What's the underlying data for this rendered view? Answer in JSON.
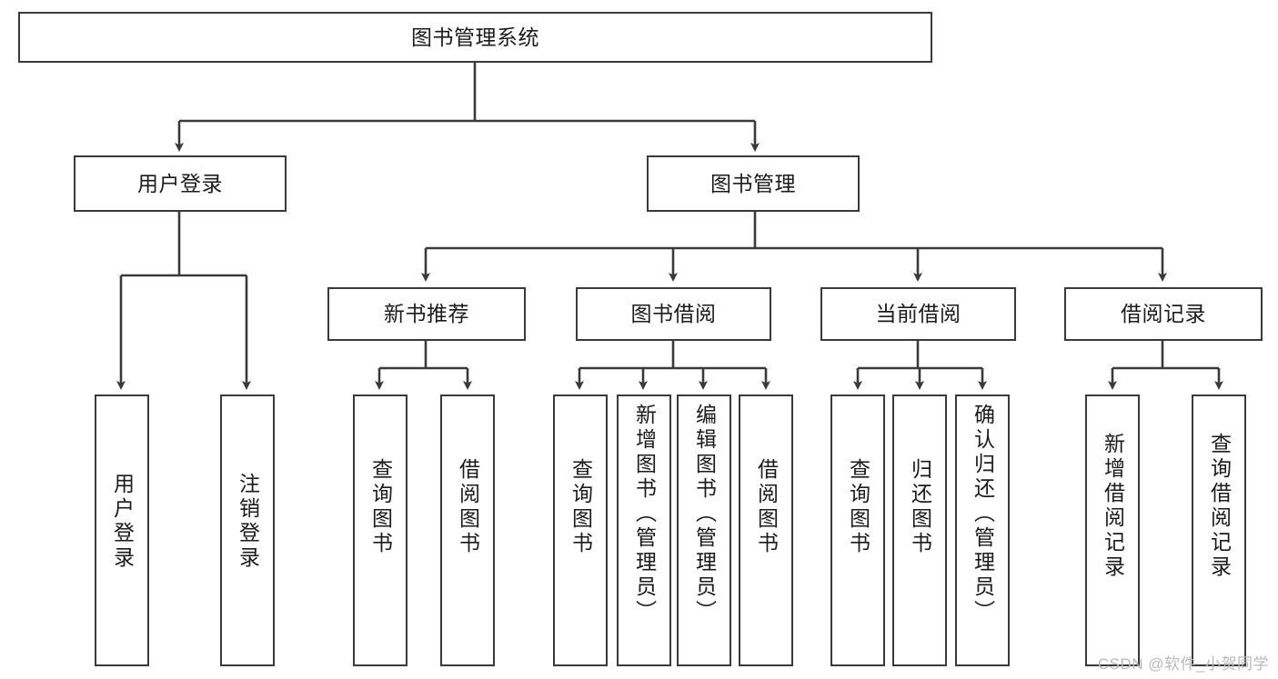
{
  "diagram": {
    "title": "图书管理系统",
    "type": "tree",
    "watermark": "CSDN @软件_小贺同学",
    "colors": {
      "border": "#3a3a3a",
      "fill": "#ffffff",
      "text": "#1b1b1b",
      "edge": "#3a3a3a",
      "watermark": "#b9b9b9"
    },
    "root": {
      "label": "图书管理系统"
    },
    "level1": [
      {
        "label": "用户登录"
      },
      {
        "label": "图书管理"
      }
    ],
    "level2": [
      {
        "label": "新书推荐"
      },
      {
        "label": "图书借阅"
      },
      {
        "label": "当前借阅"
      },
      {
        "label": "借阅记录"
      }
    ],
    "leaves": [
      {
        "label": "用户登录"
      },
      {
        "label": "注销登录"
      },
      {
        "label": "查询图书"
      },
      {
        "label": "借阅图书"
      },
      {
        "label": "查询图书"
      },
      {
        "label": "新增图书（管理员）"
      },
      {
        "label": "编辑图书（管理员）"
      },
      {
        "label": "借阅图书"
      },
      {
        "label": "查询图书"
      },
      {
        "label": "归还图书"
      },
      {
        "label": "确认归还（管理员）"
      },
      {
        "label": "新增借阅记录"
      },
      {
        "label": "查询借阅记录"
      }
    ]
  }
}
